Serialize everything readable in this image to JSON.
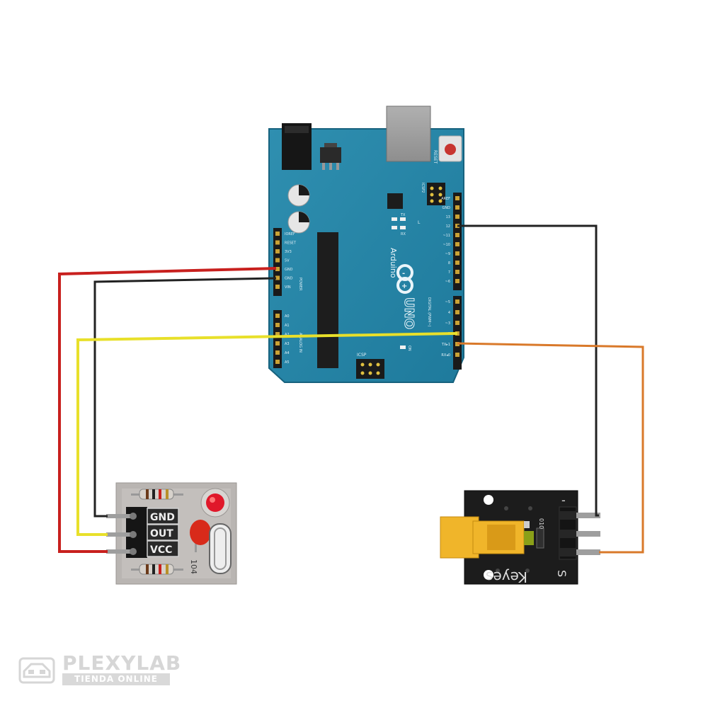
{
  "arduino": {
    "brand": "Arduino",
    "model": "UNO",
    "reset_label": "RESET",
    "power_header_labels": [
      "IOREF",
      "RESET",
      "3V3",
      "5V",
      "GND",
      "GND",
      "VIN"
    ],
    "analog_header_labels": [
      "A0",
      "A1",
      "A2",
      "A3",
      "A4",
      "A5"
    ],
    "section_labels": {
      "power": "POWER",
      "analog": "ANALOG IN",
      "digital": "DIGITAL (PWM~)"
    },
    "digital_header_labels": [
      "AREF",
      "GND",
      "13",
      "12",
      "~11",
      "~10",
      "~9",
      "8",
      "7",
      "~6",
      "~5",
      "4",
      "~3",
      "2",
      "TX▸1",
      "RX◂0"
    ],
    "led_labels": [
      "L",
      "TX",
      "RX",
      "ON"
    ],
    "icsp_labels": [
      "ICSP2",
      "ICSP"
    ]
  },
  "laser_receiver": {
    "pin_labels": [
      "GND",
      "OUT",
      "VCC"
    ],
    "component_label": "104"
  },
  "laser_transmitter": {
    "brand": "Keyes",
    "signal_label": "S",
    "minus_label": "-",
    "part_label": "010"
  },
  "wire_colors": {
    "vcc": "#c8201e",
    "gnd": "#222222",
    "signal_in": "#e8e02a",
    "signal_out": "#d9792a"
  },
  "watermark": {
    "title": "PLEXYLAB",
    "subtitle": "TIENDA ONLINE"
  }
}
